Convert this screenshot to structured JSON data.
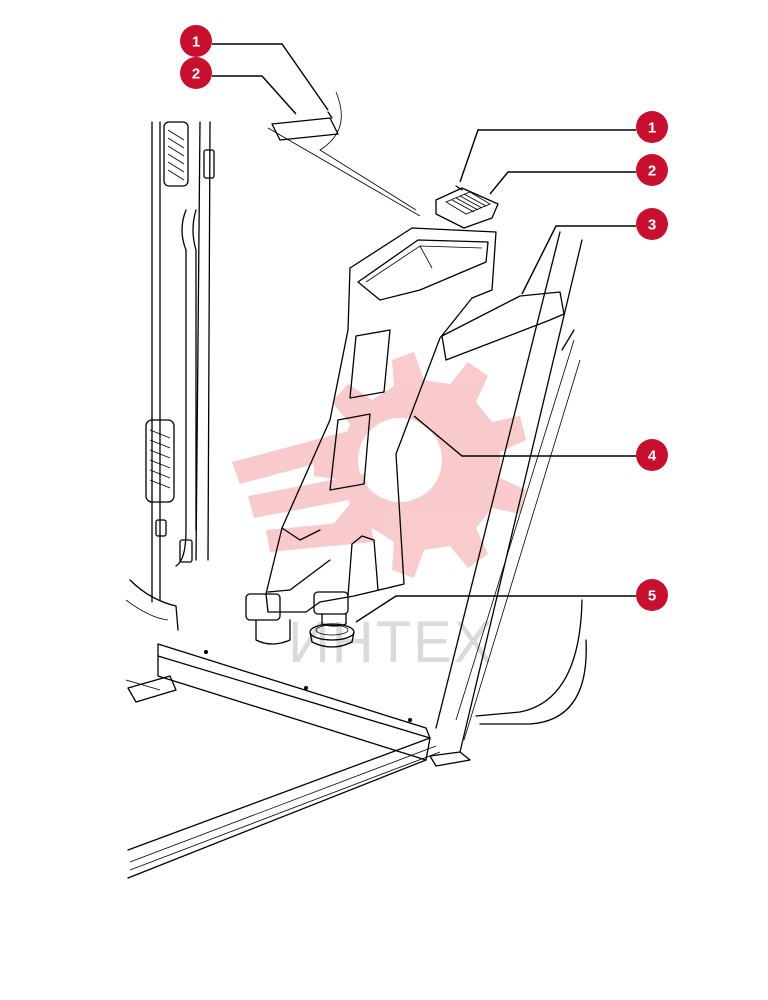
{
  "callouts": [
    {
      "id": "c1a",
      "label": "1"
    },
    {
      "id": "c2a",
      "label": "2"
    },
    {
      "id": "c1b",
      "label": "1"
    },
    {
      "id": "c2b",
      "label": "2"
    },
    {
      "id": "c3",
      "label": "3"
    },
    {
      "id": "c4",
      "label": "4"
    },
    {
      "id": "c5",
      "label": "5"
    }
  ],
  "watermark": {
    "text": "ИНТЕХ",
    "color": "#e8454a"
  },
  "colors": {
    "callout_fill": "#c8102e",
    "callout_text": "#ffffff",
    "line": "#000000"
  }
}
